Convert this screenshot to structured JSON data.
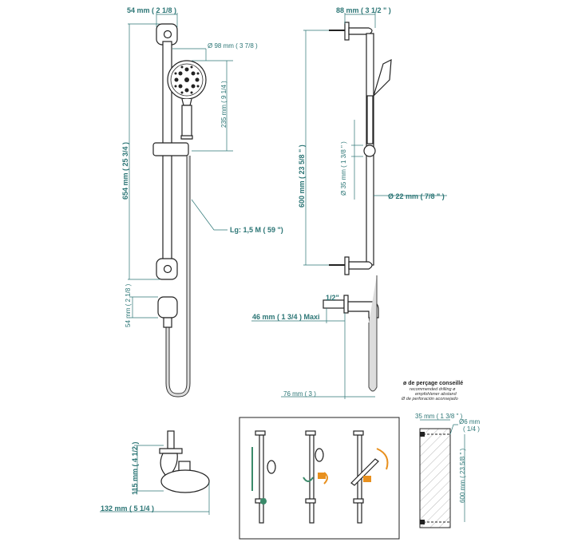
{
  "front_view": {
    "bracket_width": "54 mm ( 2 1/8 )",
    "head_diameter": "Ø 98 mm ( 3 7/8 )",
    "handshower_length": "235 mm ( 9 1/4 )",
    "total_height": "654 mm ( 25 3/4 )",
    "hose_length": "Lg: 1,5 M ( 59 \")",
    "outlet_width": "54 mm ( 2 1/8 )"
  },
  "side_view": {
    "bracket_depth": "88 mm ( 3 1/2 \" )",
    "bar_center_distance": "600 mm ( 23 5/8 \" )",
    "slider_diameter": "Ø 35 mm ( 1 3/8 \" )",
    "bar_diameter": "Ø 22 mm ( 7/8 \" )",
    "thread": "1/2\"",
    "outlet_projection": "46 mm ( 1 3/4 )  Maxi",
    "outlet_offset": "76 mm ( 3 )"
  },
  "drilling_note": {
    "fr": "ø de perçage conseillé",
    "en": "recommended drilling ø",
    "de": "empfohlener abstand",
    "es": "Ø de perforación aconsejado"
  },
  "soap_dish": {
    "height": "115 mm ( 4 1/2 )",
    "depth": "132 mm ( 5 1/4 )"
  },
  "wall_section": {
    "width": "35 mm ( 1 3/8 \" )",
    "drill_diameter": "Ø6 mm",
    "drill_diameter_in": "( 1/4 )",
    "hole_distance": "600 mm ( 23 5/8 \" )"
  },
  "colors": {
    "dimension": "#2b7575",
    "accent_orange": "#e8901e",
    "accent_green": "#3a8a6a"
  }
}
